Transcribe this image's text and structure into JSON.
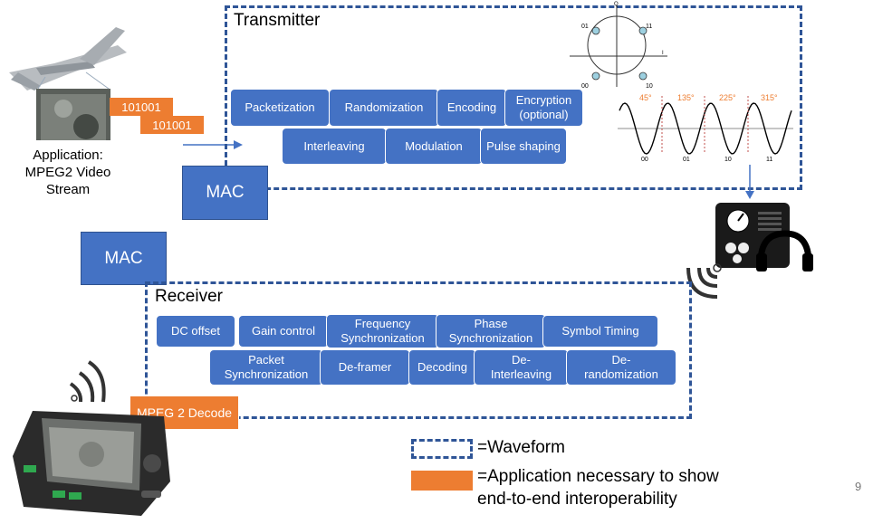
{
  "transmitter": {
    "title": "Transmitter",
    "blocks": [
      "Packetization",
      "Randomization",
      "Encoding",
      "Encryption\n(optional)",
      "Interleaving",
      "Modulation",
      "Pulse shaping"
    ]
  },
  "receiver": {
    "title": "Receiver",
    "blocks": [
      "DC offset",
      "Gain control",
      "Frequency\nSynchronization",
      "Phase\nSynchronization",
      "Symbol Timing",
      "Packet\nSynchronization",
      "De-framer",
      "Decoding",
      "De-\nInterleaving",
      "De-\nrandomization"
    ]
  },
  "mac_tx": "MAC",
  "mac_rx": "MAC",
  "application": {
    "label": "Application:\nMPEG2 Video\nStream",
    "bits_1": "101001",
    "bits_2": "101001"
  },
  "decode": "MPEG 2 Decode",
  "constellation": {
    "points": [
      "01",
      "11",
      "00",
      "10"
    ],
    "axis_top": "Q",
    "axis_right": "I"
  },
  "waveform_plot": {
    "phases": [
      "45°",
      "135°",
      "225°",
      "315°"
    ],
    "symbols": [
      "00",
      "01",
      "10",
      "11"
    ]
  },
  "legend": {
    "waveform": "=Waveform",
    "application": "=Application necessary to show\nend-to-end interoperability"
  },
  "page_number": "9",
  "colors": {
    "blue": "#4472c4",
    "dash": "#2f5597",
    "orange": "#ed7d31",
    "phase_label": "#ed7d31"
  },
  "icons": [
    "drone-icon",
    "radio-console-icon",
    "handheld-device-icon",
    "signal-waves-icon"
  ]
}
